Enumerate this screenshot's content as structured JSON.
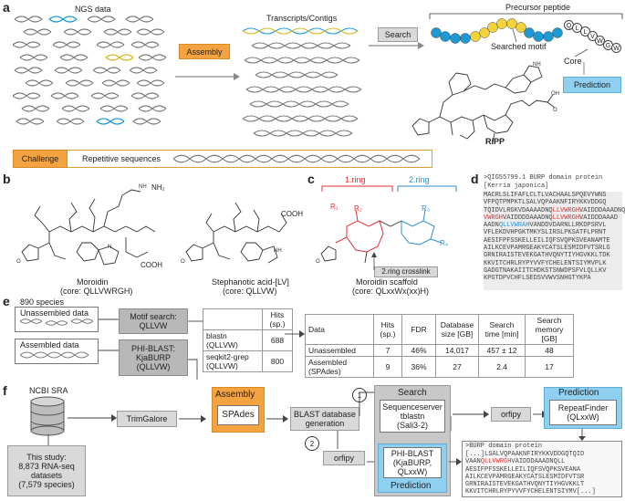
{
  "panels": {
    "a": "a",
    "b": "b",
    "c": "c",
    "d": "d",
    "e": "e",
    "f": "f"
  },
  "a": {
    "ngs_title": "NGS data",
    "assembly": "Assembly",
    "contigs_title": "Transcripts/Contigs",
    "search": "Search",
    "precursor_title": "Precursor peptide",
    "searched_motif": "Searched motif",
    "core": "Core",
    "core_letters": [
      "Q",
      "L",
      "L",
      "V",
      "W",
      "G",
      "W"
    ],
    "prediction": "Prediction",
    "ripp": "RiPP",
    "challenge": "Challenge",
    "repetitive": "Repetitive sequences"
  },
  "b": {
    "moroidin_name": "Moroidin",
    "moroidin_core": "(core: QLLVWRGH)",
    "steph_name": "Stephanotic acid-[LV]",
    "steph_core": "(core: QLLVW)",
    "nh2": "NH₂",
    "nh": "NH",
    "cooh": "COOH"
  },
  "c": {
    "ring1": "1.ring",
    "ring2": "2.ring",
    "scaffold_name": "Moroidin scaffold",
    "scaffold_core": "(core: QLxxWx(xx)H)",
    "crosslink": "2.ring crosslink",
    "r1": "R₁",
    "r2": "R₂",
    "r3": "R₃",
    "r4": "R₄"
  },
  "d": {
    "header1": ">QIG55799.1 BURP domain protein",
    "header2": "[Kerria japonica]",
    "lines": [
      [
        {
          "t": "MACRLSLIFAFLCLTLVACHAALSPQEVYWNS",
          "c": ""
        }
      ],
      [
        {
          "t": "VFPQTPMPKTLSALVQPAAKNFIRYKKVDDGQ",
          "c": ""
        }
      ],
      [
        {
          "t": "TQIDVLRGKVDAAAADNQ",
          "c": ""
        },
        {
          "t": "LLVWRGH",
          "c": "hl"
        },
        {
          "t": "VAIDDDAAADNQ",
          "c": ""
        },
        {
          "t": "LL",
          "c": "hl"
        }
      ],
      [
        {
          "t": "VWRGH",
          "c": "hl"
        },
        {
          "t": "VAIDDDDAAADNQ",
          "c": ""
        },
        {
          "t": "LLVWRGH",
          "c": "hl"
        },
        {
          "t": "VAIDDDAAAD",
          "c": ""
        }
      ],
      [
        {
          "t": "AADN",
          "c": ""
        },
        {
          "t": "QLLVWRAH",
          "c": "hb"
        },
        {
          "t": "VANDDVDARNLLRKDPSRVL",
          "c": ""
        }
      ],
      [
        {
          "t": "VFLEKDVHPGKTMKYSLIRSLPKSATFLPRNT",
          "c": ""
        }
      ],
      [
        {
          "t": "AESIFPFSSKELLEILIQFSVQPKSVEANAMTE",
          "c": ""
        }
      ],
      [
        {
          "t": "AILKCEVPAMRGEAKYCATSLESMIDFVTSRLG",
          "c": ""
        }
      ],
      [
        {
          "t": "GRNIRAISTEVEKGATHVQNYTIYHGVKKLTDK",
          "c": ""
        }
      ],
      [
        {
          "t": "KKVITCHRLRYPYVVFYCHELENTSIYMVPLK",
          "c": ""
        }
      ],
      [
        {
          "t": "GADGTNAKAIITCHDKSTSNWDPSFVLQLLKV",
          "c": ""
        }
      ],
      [
        {
          "t": "KPGTDPVCHFLSEDSVVWVSNHGTYKPA",
          "c": ""
        }
      ]
    ]
  },
  "e": {
    "species": "890 species",
    "unassembled_data": "Unassembled data",
    "assembled_data": "Assembled data",
    "motif_search": "Motif search:",
    "motif_search2": "QLLVW",
    "phi_blast": "PHI-BLAST:",
    "phi_blast2": "KjaBURP",
    "phi_blast3": "(QLLVW)",
    "small_table": {
      "header": [
        "",
        "Hits (sp.)"
      ],
      "rows": [
        [
          "blastn\n(QLLVW)",
          "688"
        ],
        [
          "seqkit2-grep\n(QLLVW)",
          "800"
        ]
      ]
    },
    "big_table": {
      "header": [
        "Data",
        "Hits\n(sp.)",
        "FDR",
        "Database\nsize [GB]",
        "Search\ntime [min]",
        "Search\nmemory [GB]"
      ],
      "rows": [
        [
          "Unassembled",
          "7",
          "46%",
          "14,017",
          "457 ± 12",
          "48"
        ],
        [
          "Assembled\n(SPAdes)",
          "9",
          "36%",
          "27",
          "2.4",
          "17"
        ]
      ]
    }
  },
  "f": {
    "ncbi_sra": "NCBI SRA",
    "trimgalore": "TrimGalore",
    "assembly": "Assembly",
    "spades": "SPAdes",
    "blast_db": "BLAST database\ngeneration",
    "step1": "1",
    "step2": "2",
    "search": "Search",
    "sequenceserver": "Sequenceserver\ntblastn\n(Sali3-2)",
    "orfipy1": "orfipy",
    "orfipy2": "orfipy",
    "prediction_top": "Prediction",
    "repeatfinder": "RepeatFinder\n(QLxxW)",
    "phi_blast": "PHI-BLAST\n(KjaBURP,\nQLxxW)",
    "prediction_bottom": "Prediction",
    "this_study": "This study:\n8,873 RNA-seq\ndatasets\n(7,579 species)",
    "out_header": ">BURP domain protein",
    "out_lines": [
      [
        {
          "t": "[...]LSALVQPAAKNFIRYKKVDDGQTQID",
          "c": ""
        }
      ],
      [
        {
          "t": "VAAN",
          "c": ""
        },
        {
          "t": "QLLVWRGH",
          "c": "hl"
        },
        {
          "t": "VAIDDDAAADNQLL",
          "c": ""
        }
      ],
      [
        {
          "t": "AESIFPFSSKELLEILIQFSVQPKSVEANA",
          "c": ""
        }
      ],
      [
        {
          "t": "AILKCEVPAMRGEAKYCATSLESMIDFVTSR",
          "c": ""
        }
      ],
      [
        {
          "t": "GRNIRAISTEVEKGATHVQNYTIYHGVKKLT",
          "c": ""
        }
      ],
      [
        {
          "t": "KKVITCHRLRYPYVVFYCHELENTSIYMV[...]",
          "c": ""
        }
      ]
    ]
  },
  "colors": {
    "orange": "#f4a340",
    "blue": "#8fd0f0",
    "grey": "#b8b8b8",
    "red": "#e03030",
    "ring2": "#2d8fcf",
    "motif_yellow": "#f2d33a",
    "motif_blue": "#1d9ad6"
  }
}
